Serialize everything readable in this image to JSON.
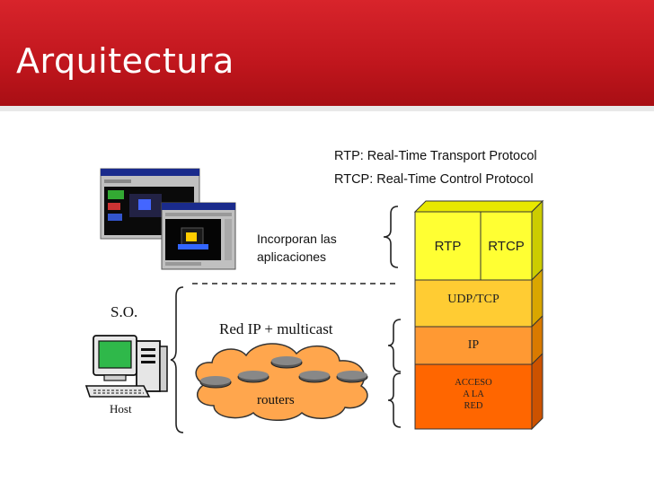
{
  "slide": {
    "title": "Arquitectura"
  },
  "protocols": {
    "rtp_def": "RTP: Real-Time Transport Protocol",
    "rtcp_def": "RTCP: Real-Time Control Protocol"
  },
  "apps": {
    "label_line1": "Incorporan las",
    "label_line2": "aplicaciones"
  },
  "host": {
    "os_label": "S.O.",
    "host_label": "Host"
  },
  "network": {
    "label": "Red IP + multicast",
    "cloud_label": "routers"
  },
  "stack": {
    "rtp": "RTP",
    "rtcp": "RTCP",
    "udp_tcp": "UDP/TCP",
    "ip": "IP",
    "access_line1": "ACCESO",
    "access_line2": "A LA",
    "access_line3": "RED"
  },
  "colors": {
    "header": "#c41a20",
    "rtp_layer": "#ffff33",
    "udp_layer": "#ffcc33",
    "ip_layer": "#ff9933",
    "access_layer": "#ff6600",
    "cloud": "#ffa64d"
  }
}
